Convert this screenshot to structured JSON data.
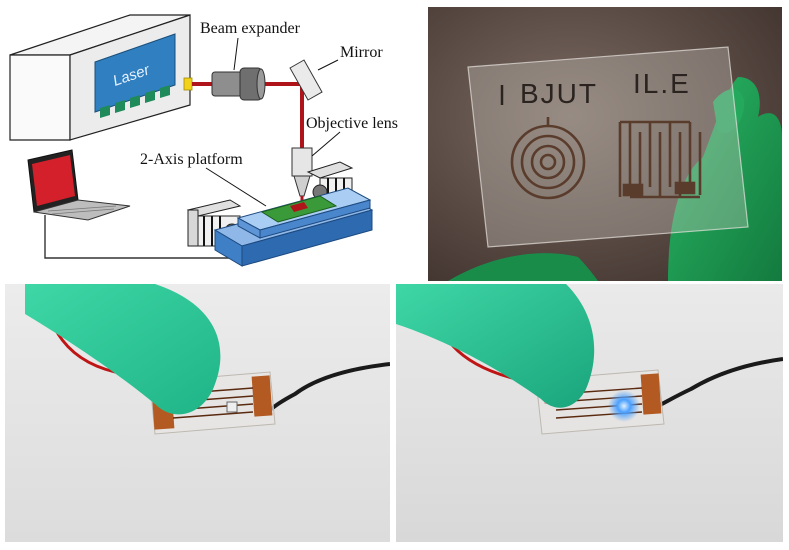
{
  "setup": {
    "laser_label": "Laser",
    "labels": {
      "beam_expander": "Beam expander",
      "mirror": "Mirror",
      "objective_lens": "Objective lens",
      "platform": "2-Axis platform"
    },
    "colors": {
      "laser_beam": "#b0141b",
      "laser_panel": "#2f7fc1",
      "platform": "#3f7fc6",
      "sample": "#3a9a3a",
      "laptop_screen": "#d4202a"
    }
  },
  "film": {
    "text_left": "BJUT",
    "text_right": "IL.E",
    "colors": {
      "glove": "#1f9a52",
      "background": "#5d4a42",
      "trace": "#5a3c2c"
    }
  },
  "devices": {
    "off_led_color": "#cccccc",
    "on_led_color": "#4aa0ff",
    "glove_color": "#2fc99a"
  }
}
